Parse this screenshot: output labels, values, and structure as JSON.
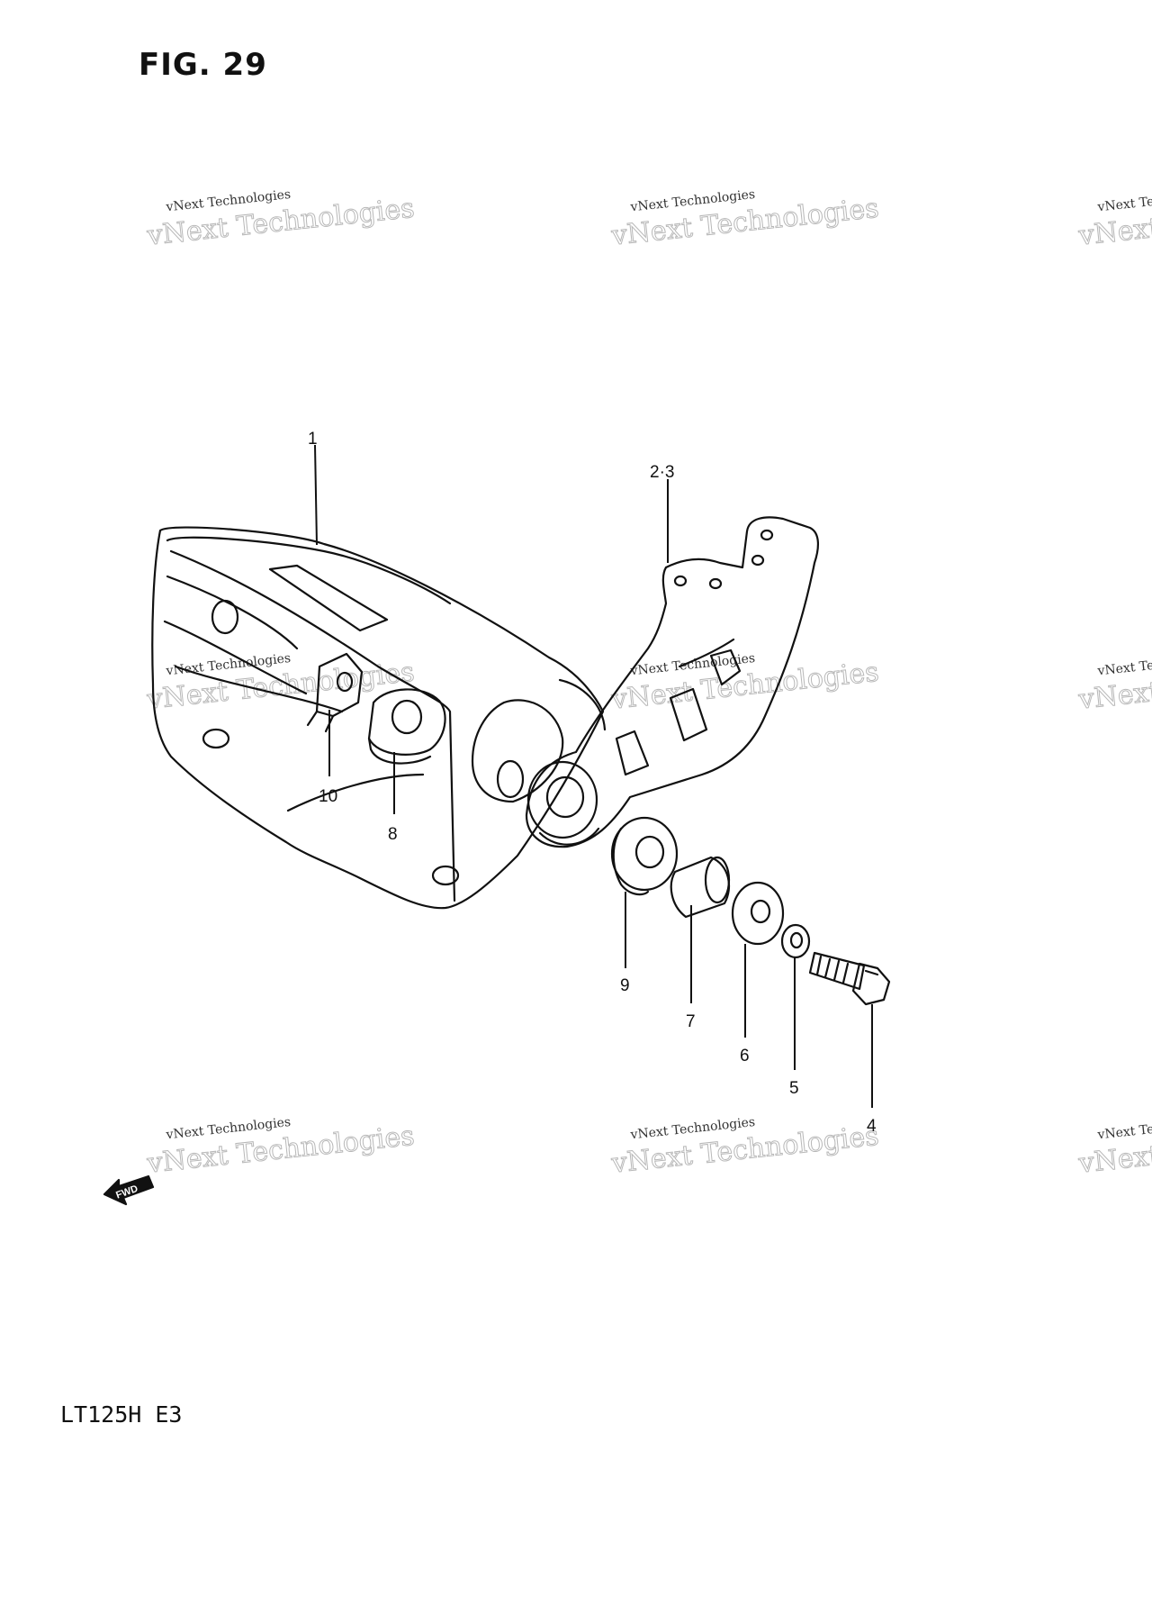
{
  "figure": {
    "title": "FIG. 29",
    "model_code": "LT125H E3"
  },
  "fwd_label": "FWD",
  "watermark": "vNext Technologies",
  "callouts": [
    {
      "id": "c1",
      "text": "1"
    },
    {
      "id": "c23",
      "text": "2·3"
    },
    {
      "id": "c10",
      "text": "10"
    },
    {
      "id": "c8",
      "text": "8"
    },
    {
      "id": "c9",
      "text": "9"
    },
    {
      "id": "c7",
      "text": "7"
    },
    {
      "id": "c6",
      "text": "6"
    },
    {
      "id": "c5",
      "text": "5"
    },
    {
      "id": "c4",
      "text": "4"
    }
  ]
}
